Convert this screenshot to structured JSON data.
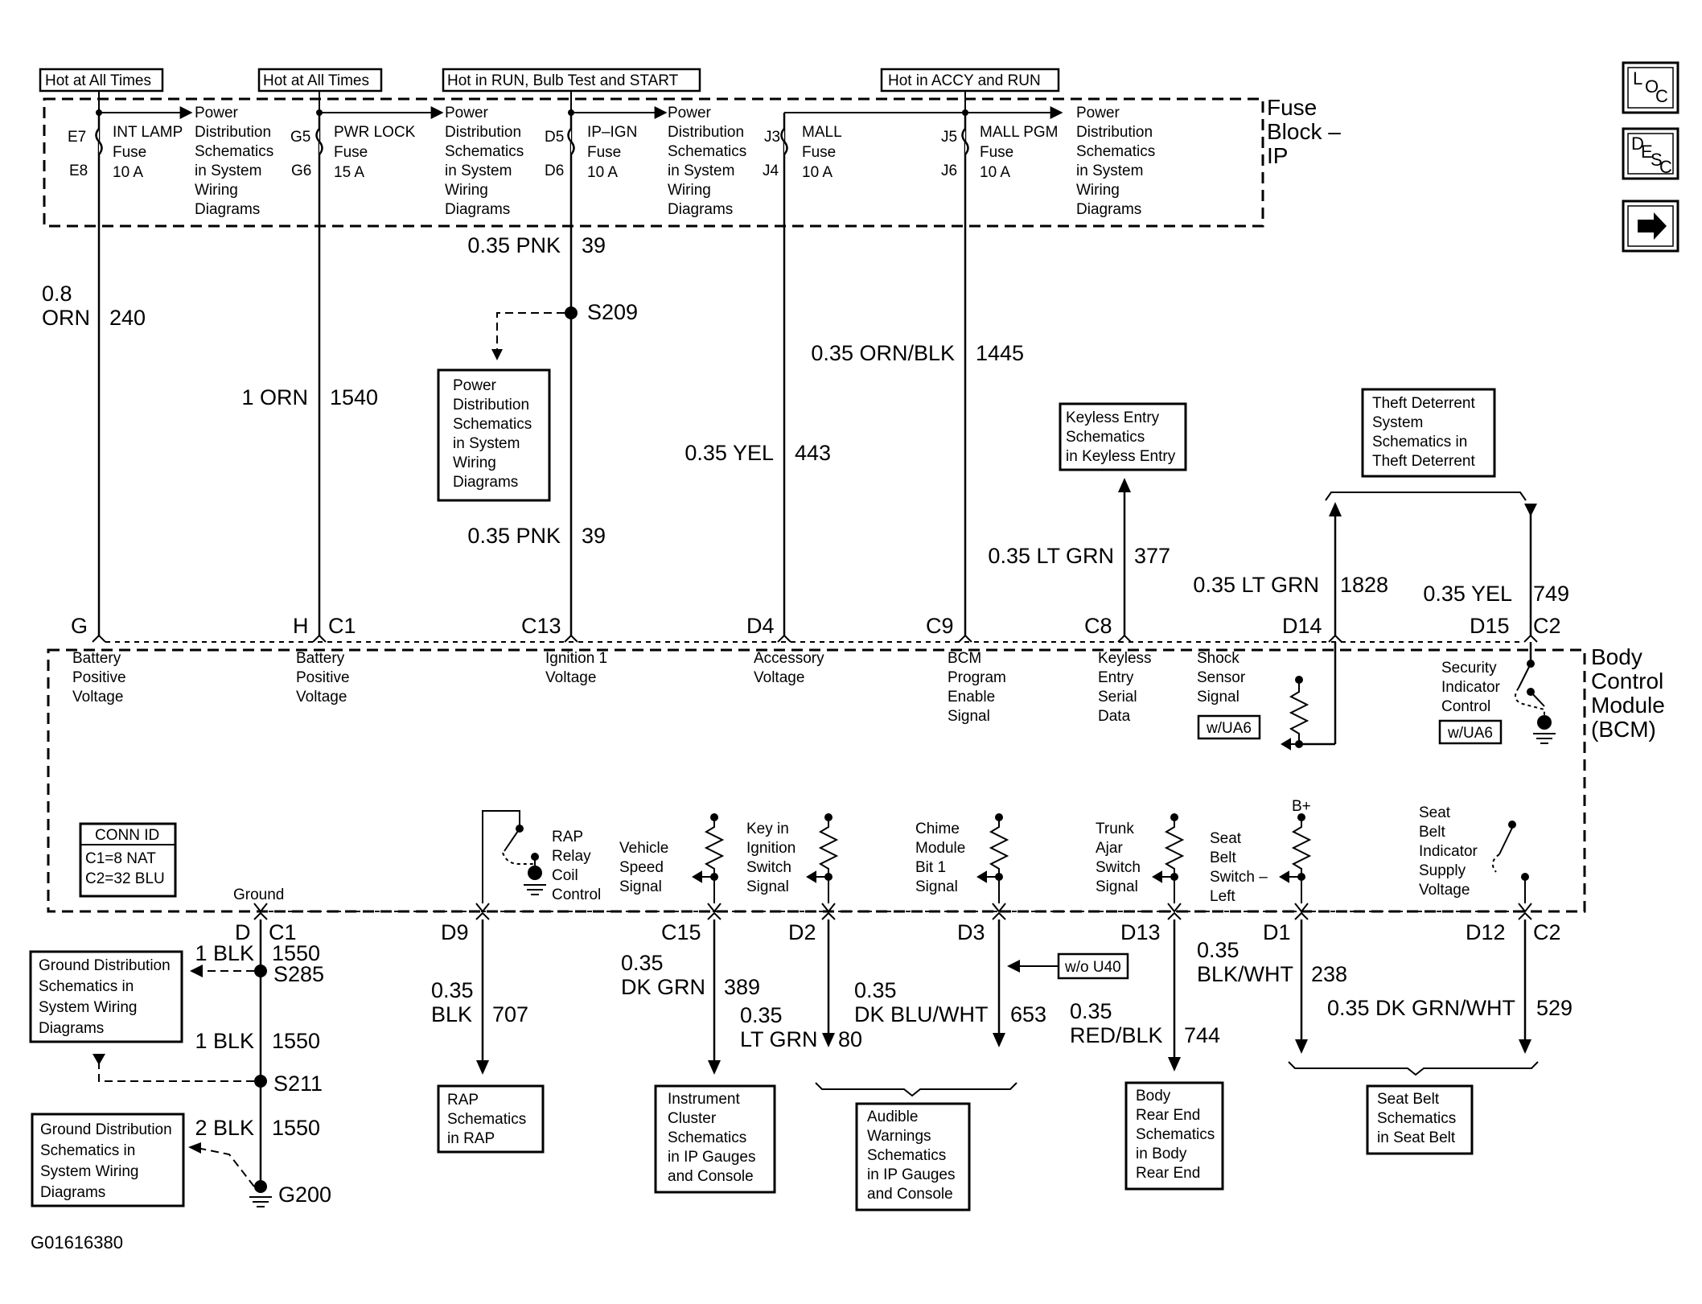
{
  "diagram_id": "G01616380",
  "nav": {
    "loc": [
      "L",
      "O",
      "C"
    ],
    "desc": [
      "D",
      "E",
      "S",
      "C"
    ]
  },
  "headers": {
    "hot_at_all_times_1": "Hot at All Times",
    "hot_at_all_times_2": "Hot at All Times",
    "hot_in_run": "Hot in RUN, Bulb Test and START",
    "hot_in_accy": "Hot in ACCY and RUN"
  },
  "fuse_block": {
    "title": [
      "Fuse",
      "Block –",
      "IP"
    ],
    "fuses": [
      {
        "top_pin": "E7",
        "bottom_pin": "E8",
        "name": "INT LAMP",
        "type": "Fuse",
        "rating": "10 A"
      },
      {
        "top_pin": "G5",
        "bottom_pin": "G6",
        "name": "PWR LOCK",
        "type": "Fuse",
        "rating": "15 A"
      },
      {
        "top_pin": "D5",
        "bottom_pin": "D6",
        "name": "IP–IGN",
        "type": "Fuse",
        "rating": "10 A"
      },
      {
        "top_pin": "J3",
        "bottom_pin": "J4",
        "name": "MALL",
        "type": "Fuse",
        "rating": "10 A"
      },
      {
        "top_pin": "J5",
        "bottom_pin": "J6",
        "name": "MALL PGM",
        "type": "Fuse",
        "rating": "10 A"
      }
    ],
    "power_dist_ref": [
      "Power",
      "Distribution",
      "Schematics",
      "in System",
      "Wiring",
      "Diagrams"
    ]
  },
  "wires_upper": [
    {
      "size_color": [
        "0.8",
        "ORN"
      ],
      "circuit": "240"
    },
    {
      "size_color": [
        "1 ORN"
      ],
      "circuit": "1540"
    },
    {
      "size_color": [
        "0.35 PNK"
      ],
      "circuit": "39"
    },
    {
      "size_color": [
        "0.35 PNK"
      ],
      "circuit": "39"
    },
    {
      "size_color": [
        "0.35 ORN/BLK"
      ],
      "circuit": "1445"
    },
    {
      "size_color": [
        "0.35 YEL"
      ],
      "circuit": "443"
    },
    {
      "size_color": [
        "0.35 LT GRN"
      ],
      "circuit": "377"
    },
    {
      "size_color": [
        "0.35 LT GRN"
      ],
      "circuit": "1828"
    },
    {
      "size_color": [
        "0.35 YEL"
      ],
      "circuit": "749"
    }
  ],
  "splices": {
    "s209": "S209",
    "s285": "S285",
    "s211": "S211",
    "g200": "G200"
  },
  "ref_boxes": {
    "power_dist": [
      "Power",
      "Distribution",
      "Schematics",
      "in System",
      "Wiring",
      "Diagrams"
    ],
    "keyless": [
      "Keyless Entry",
      "Schematics",
      "in Keyless Entry"
    ],
    "theft": [
      "Theft Deterrent",
      "System",
      "Schematics in",
      "Theft Deterrent"
    ],
    "ground_1": [
      "Ground Distribution",
      "Schematics in",
      "System Wiring",
      "Diagrams"
    ],
    "ground_2": [
      "Ground Distribution",
      "Schematics in",
      "System Wiring",
      "Diagrams"
    ],
    "rap": [
      "RAP",
      "Schematics",
      "in RAP"
    ],
    "instrument": [
      "Instrument",
      "Cluster",
      "Schematics",
      "in IP Gauges",
      "and Console"
    ],
    "audible": [
      "Audible",
      "Warnings",
      "Schematics",
      "in IP Gauges",
      "and Console"
    ],
    "body_rear": [
      "Body",
      "Rear End",
      "Schematics",
      "in Body",
      "Rear End"
    ],
    "seat_belt": [
      "Seat Belt",
      "Schematics",
      "in Seat Belt"
    ]
  },
  "bcm": {
    "title": [
      "Body",
      "Control",
      "Module",
      "(BCM)"
    ],
    "top_pins": [
      "G",
      "H",
      "C1",
      "C13",
      "D4",
      "C9",
      "C8",
      "D14",
      "D15",
      "C2"
    ],
    "top_labels": {
      "g": [
        "Battery",
        "Positive",
        "Voltage"
      ],
      "h": [
        "Battery",
        "Positive",
        "Voltage"
      ],
      "c13": [
        "Ignition 1",
        "Voltage"
      ],
      "d4": [
        "Accessory",
        "Voltage"
      ],
      "c9": [
        "BCM",
        "Program",
        "Enable",
        "Signal"
      ],
      "c8": [
        "Keyless",
        "Entry",
        "Serial",
        "Data"
      ],
      "d14": [
        "Shock",
        "Sensor",
        "Signal"
      ],
      "d15": [
        "Security",
        "Indicator",
        "Control"
      ]
    },
    "option_ua6_1": "w/UA6",
    "option_ua6_2": "w/UA6",
    "conn_id": {
      "title": "CONN ID",
      "c1": "C1=8 NAT",
      "c2": "C2=32 BLU"
    },
    "ground_label": "Ground",
    "bottom_labels": {
      "d9": [
        "RAP",
        "Relay",
        "Coil",
        "Control"
      ],
      "c15": [
        "Vehicle",
        "Speed",
        "Signal"
      ],
      "d2": [
        "Key in",
        "Ignition",
        "Switch",
        "Signal"
      ],
      "d3": [
        "Chime",
        "Module",
        "Bit 1",
        "Signal"
      ],
      "d13": [
        "Trunk",
        "Ajar",
        "Switch",
        "Signal"
      ],
      "d1": [
        "Seat",
        "Belt",
        "Switch –",
        "Left"
      ],
      "d12": [
        "Seat",
        "Belt",
        "Indicator",
        "Supply",
        "Voltage"
      ]
    },
    "bplus": "B+",
    "bottom_pins": [
      "D",
      "C1",
      "D9",
      "C15",
      "D2",
      "D3",
      "D13",
      "D1",
      "D12",
      "C2"
    ]
  },
  "wires_lower": [
    {
      "size_color": [
        "1 BLK"
      ],
      "circuit": "1550"
    },
    {
      "size_color": [
        "1 BLK"
      ],
      "circuit": "1550"
    },
    {
      "size_color": [
        "2 BLK"
      ],
      "circuit": "1550"
    },
    {
      "size_color": [
        "0.35",
        "BLK"
      ],
      "circuit": "707"
    },
    {
      "size_color": [
        "0.35",
        "DK GRN"
      ],
      "circuit": "389"
    },
    {
      "size_color": [
        "0.35",
        "LT GRN"
      ],
      "circuit": "80"
    },
    {
      "size_color": [
        "0.35",
        "DK BLU/WHT"
      ],
      "circuit": "653"
    },
    {
      "size_color": [
        "0.35",
        "RED/BLK"
      ],
      "circuit": "744"
    },
    {
      "size_color": [
        "0.35",
        "BLK/WHT"
      ],
      "circuit": "238"
    },
    {
      "size_color": [
        "0.35 DK GRN/WHT"
      ],
      "circuit": "529"
    }
  ],
  "option_wo_u40": "w/o U40"
}
